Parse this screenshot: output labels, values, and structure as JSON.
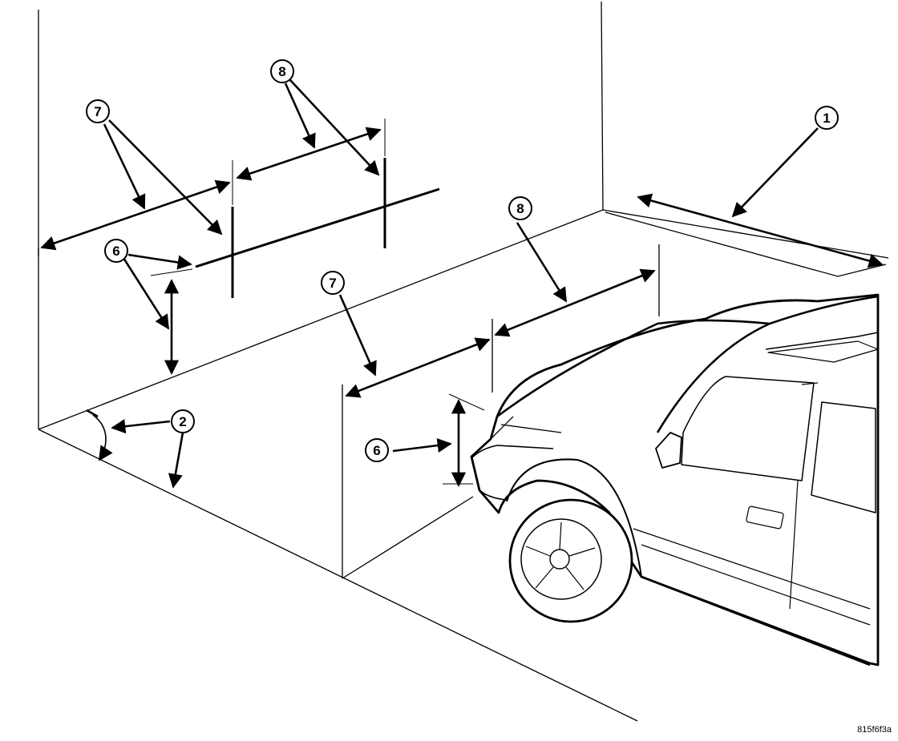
{
  "figure_id": "815f6f3a",
  "callouts": {
    "c1": "1",
    "c2": "2",
    "c6_left": "6",
    "c6_right": "6",
    "c7_left": "7",
    "c7_right": "7",
    "c8_left": "8",
    "c8_right": "8"
  }
}
